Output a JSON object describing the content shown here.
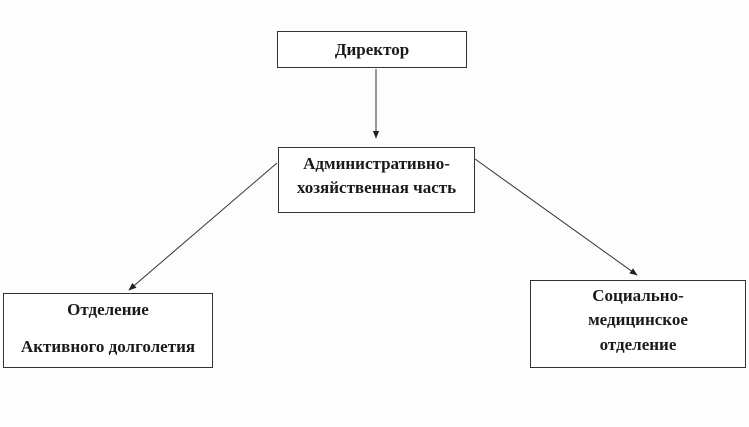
{
  "nodes": {
    "director": {
      "label": "Директор"
    },
    "admin": {
      "lines": [
        "Административно-",
        "хозяйственная часть"
      ]
    },
    "active": {
      "lines": [
        "Отделение",
        "Активного долголетия"
      ]
    },
    "medical": {
      "lines": [
        "Социально-",
        "медицинское",
        "отделение"
      ]
    }
  },
  "edges": [
    {
      "from": "director",
      "to": "admin"
    },
    {
      "from": "admin",
      "to": "active"
    },
    {
      "from": "admin",
      "to": "medical"
    }
  ]
}
